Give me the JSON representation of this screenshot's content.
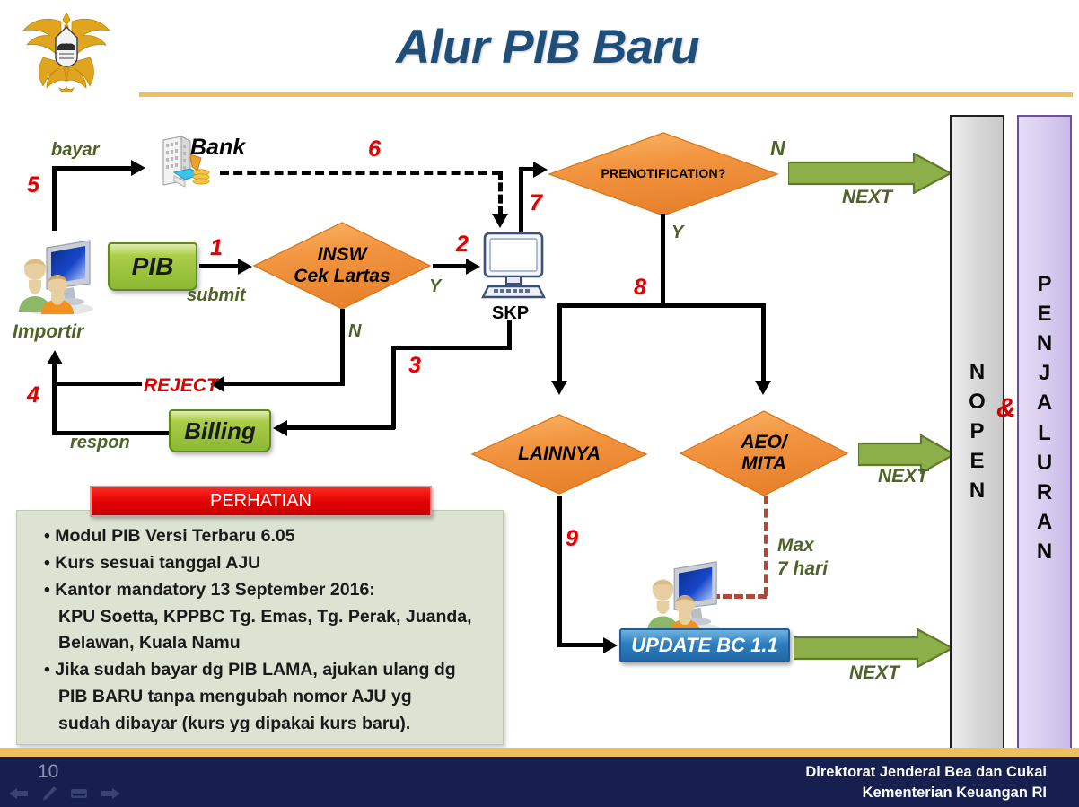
{
  "header": {
    "title": "Alur PIB Baru",
    "logo_icon": "garuda-customs-emblem-icon"
  },
  "flow": {
    "labels": {
      "bayar": "bayar",
      "bank": "Bank",
      "importir": "Importir",
      "submit": "submit",
      "skp": "SKP",
      "reject": "REJECT",
      "respon": "respon",
      "max_hari_line1": "Max",
      "max_hari_line2": "7 hari"
    },
    "nodes": {
      "pib": "PIB",
      "insw_line1": "INSW",
      "insw_line2": "Cek Lartas",
      "billing": "Billing",
      "prenotification": "PRENOTIFICATION?",
      "lainnya": "LAINNYA",
      "aeo_line1": "AEO/",
      "aeo_line2": "MITA",
      "update_bc": "UPDATE BC 1.1"
    },
    "step_numbers": {
      "n1": "1",
      "n2": "2",
      "n3": "3",
      "n4": "4",
      "n5": "5",
      "n6": "6",
      "n7": "7",
      "n8": "8",
      "n9": "9"
    },
    "branch_labels": {
      "insw_yes": "Y",
      "insw_no": "N",
      "preno_yes": "Y",
      "preno_no": "N"
    },
    "next_labels": {
      "next_top": "NEXT",
      "next_mid": "NEXT",
      "next_bottom": "NEXT"
    },
    "icons": {
      "bank": "bank-building-money-icon",
      "importir": "people-computer-icon",
      "skp": "desktop-computer-icon",
      "officers": "people-computer-icon"
    }
  },
  "note": {
    "heading": "PERHATIAN",
    "items": [
      {
        "type": "bullet",
        "text": "Modul PIB Versi Terbaru 6.05"
      },
      {
        "type": "bullet",
        "text": "Kurs sesuai tanggal AJU"
      },
      {
        "type": "bullet",
        "text": "Kantor mandatory  13 September 2016:"
      },
      {
        "type": "cont",
        "text": "KPU Soetta, KPPBC Tg. Emas, Tg. Perak, Juanda,"
      },
      {
        "type": "cont",
        "text": "Belawan, Kuala Namu"
      },
      {
        "type": "bullet",
        "text": "Jika sudah bayar dg PIB LAMA, ajukan ulang dg"
      },
      {
        "type": "cont",
        "text": "PIB BARU tanpa mengubah nomor AJU yg"
      },
      {
        "type": "cont",
        "text": "sudah dibayar (kurs yg dipakai kurs baru)."
      }
    ]
  },
  "side_bars": {
    "nopen": "NOPEN",
    "penjaluran": "PENJALURAN",
    "ampersand": "&"
  },
  "footer": {
    "page_number": "10",
    "org_line1": "Direktorat Jenderal  Bea dan Cukai",
    "org_line2": "Kementerian Keuangan RI",
    "icons": [
      "prev-arrow-icon",
      "pen-icon",
      "slide-icon",
      "next-arrow-icon"
    ]
  },
  "colors": {
    "title_blue": "#1F4E79",
    "rule_gold": "#EFBF5F",
    "diamond_orange": "#F0913C",
    "green_box": "#8CB833",
    "next_arrow_green": "#8CAF4A",
    "blue_button": "#2E7EBF",
    "alert_red": "#E00000",
    "note_bg": "#DDE3D2",
    "footer_navy": "#161F4E",
    "nopen_gray": "#D6D6D6",
    "penjaluran_purple": "#D6C9EE"
  }
}
